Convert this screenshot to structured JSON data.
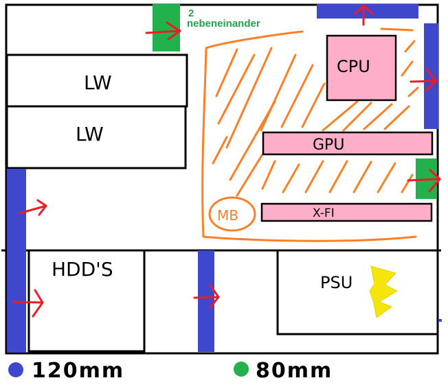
{
  "diagram": {
    "components": {
      "drive_bay_top": "LW",
      "drive_bay_bottom": "LW",
      "cpu": "CPU",
      "gpu": "GPU",
      "soundcard": "X-FI",
      "mainboard": "MB",
      "hdds": "HDD'S",
      "psu": "PSU"
    },
    "note": {
      "line1": "2",
      "line2": "nebeneinander"
    },
    "legend": {
      "blue_label": "120mm",
      "green_label": "80mm"
    },
    "colors": {
      "fan_120mm": "#3f48cc",
      "fan_80mm": "#22b14c",
      "airflow_arrow": "#ed1c24",
      "component_fill": "#ffaec9",
      "cable_hatching": "#ff7f27",
      "lightning": "#f5e50a"
    },
    "icons": {
      "psu_symbol": "lightning-bolt-icon",
      "airflow": "red-arrow-icon"
    }
  }
}
